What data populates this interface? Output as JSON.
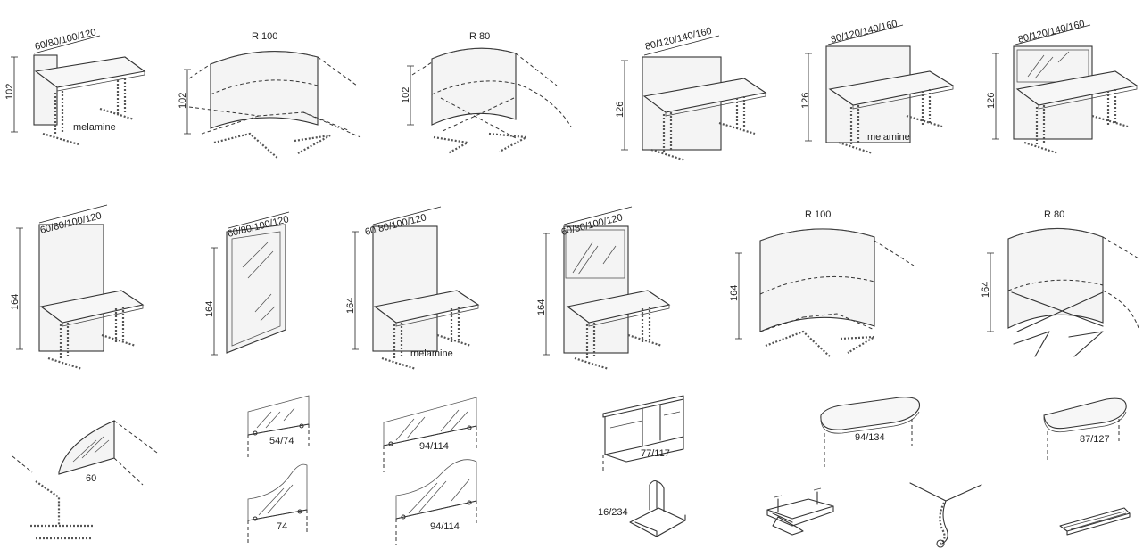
{
  "accent_color": "#333333",
  "labels": {
    "p1_width": "60/80/100/120",
    "p1_height": "102",
    "p1_material": "melamine",
    "p2_radius": "R 100",
    "p2_height": "102",
    "p3_radius": "R 80",
    "p3_height": "102",
    "p4_width": "80/120/140/160",
    "p4_height": "126",
    "p5_width": "80/120/140/160",
    "p5_height": "126",
    "p5_material": "melamine",
    "p6_width": "80/120/140/160",
    "p6_height": "126",
    "q1_width": "60/80/100/120",
    "q1_height": "164",
    "q2_width": "60/80/100/120",
    "q2_height": "164",
    "q3_width": "60/80/100/120",
    "q3_height": "164",
    "q3_material": "melamine",
    "q4_width": "60/80/100/120",
    "q4_height": "164",
    "q5_radius": "R 100",
    "q5_height": "164",
    "q6_radius": "R 80",
    "q6_height": "164",
    "a1_size": "60",
    "a2_size": "54/74",
    "a3_size": "94/114",
    "a4_size": "74",
    "a5_size": "94/114",
    "a6_size": "77/117",
    "a7_size": "16/234",
    "a8_size": "94/134",
    "a9_size": "87/127"
  }
}
